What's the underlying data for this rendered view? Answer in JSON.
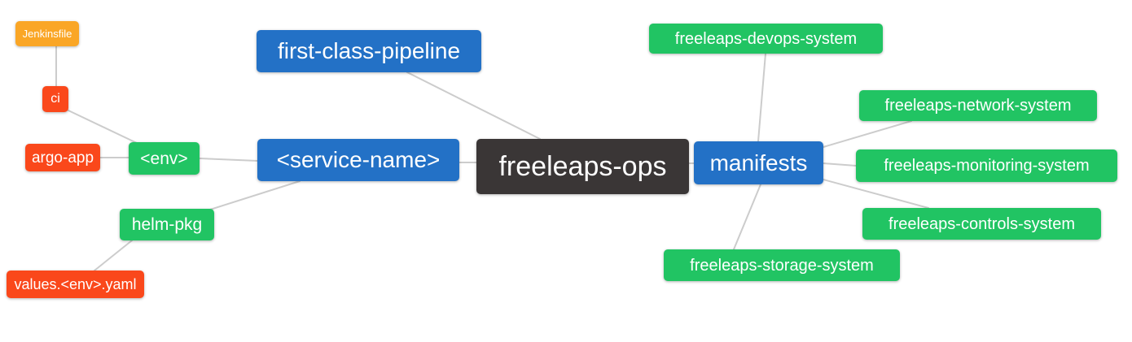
{
  "diagram": {
    "colors": {
      "orange": "#FAA626",
      "red": "#FA481B",
      "green": "#21C463",
      "blue": "#2371C6",
      "dark": "#3A3636",
      "edge": "#CCCCCC",
      "background": "#FFFFFF",
      "text": "#FFFFFF"
    },
    "nodes": [
      {
        "id": "jenkinsfile",
        "label": "Jenkinsfile",
        "color": "orange"
      },
      {
        "id": "ci",
        "label": "ci",
        "color": "red"
      },
      {
        "id": "argo-app",
        "label": "argo-app",
        "color": "red"
      },
      {
        "id": "env",
        "label": "<env>",
        "color": "green"
      },
      {
        "id": "helm-pkg",
        "label": "helm-pkg",
        "color": "green"
      },
      {
        "id": "values-env-yaml",
        "label": "values.<env>.yaml",
        "color": "red"
      },
      {
        "id": "first-class-pipeline",
        "label": "first-class-pipeline",
        "color": "blue"
      },
      {
        "id": "service-name",
        "label": "<service-name>",
        "color": "blue"
      },
      {
        "id": "freeleaps-ops",
        "label": "freeleaps-ops",
        "color": "dark"
      },
      {
        "id": "manifests",
        "label": "manifests",
        "color": "blue"
      },
      {
        "id": "freeleaps-devops-system",
        "label": "freeleaps-devops-system",
        "color": "green"
      },
      {
        "id": "freeleaps-network-system",
        "label": "freeleaps-network-system",
        "color": "green"
      },
      {
        "id": "freeleaps-monitoring-system",
        "label": "freeleaps-monitoring-system",
        "color": "green"
      },
      {
        "id": "freeleaps-controls-system",
        "label": "freeleaps-controls-system",
        "color": "green"
      },
      {
        "id": "freeleaps-storage-system",
        "label": "freeleaps-storage-system",
        "color": "green"
      }
    ],
    "edges": [
      [
        "Jenkinsfile",
        "ci"
      ],
      [
        "ci",
        "<env>"
      ],
      [
        "argo-app",
        "<env>"
      ],
      [
        "<env>",
        "<service-name>"
      ],
      [
        "<service-name>",
        "helm-pkg"
      ],
      [
        "helm-pkg",
        "values.<env>.yaml"
      ],
      [
        "first-class-pipeline",
        "freeleaps-ops"
      ],
      [
        "<service-name>",
        "freeleaps-ops"
      ],
      [
        "freeleaps-ops",
        "manifests"
      ],
      [
        "manifests",
        "freeleaps-devops-system"
      ],
      [
        "manifests",
        "freeleaps-network-system"
      ],
      [
        "manifests",
        "freeleaps-monitoring-system"
      ],
      [
        "manifests",
        "freeleaps-controls-system"
      ],
      [
        "manifests",
        "freeleaps-storage-system"
      ]
    ]
  }
}
